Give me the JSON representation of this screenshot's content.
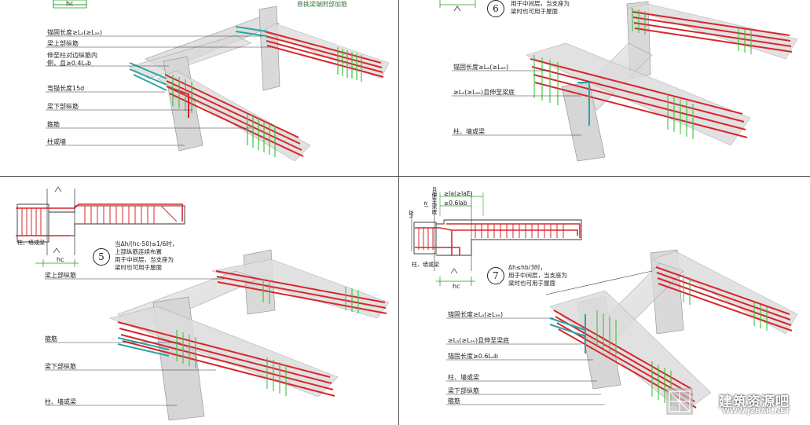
{
  "colors": {
    "rebar_main": "#d9262b",
    "rebar_stirrup": "#3cc23c",
    "rebar_anchor": "#2aa6a6",
    "concrete": "#c8c8c8",
    "line": "#333333"
  },
  "panel_tl": {
    "top_label": "hc",
    "top_note": "悬挑梁端附部加筋",
    "labels": {
      "anchor_length": "锚固长度≥Lₐ(≥Lₐₑ)",
      "beam_top_bar": "梁上部纵筋",
      "extend_note_1": "伸至柱对边纵筋内",
      "extend_note_2": "侧，且≥0.4Lₐb",
      "bend_anchor": "弯锚长度15d",
      "beam_bottom_bar": "梁下部纵筋",
      "stirrup": "箍筋",
      "column_wall": "柱或墙"
    }
  },
  "panel_tr": {
    "circle_number": "6",
    "note_1": "用于中间层，当支座为",
    "note_2": "梁时也可用于屋面",
    "labels": {
      "anchor_length": "锚固长度≥Lₐ(≥Lₐₑ)",
      "la_extend": "≥Lₐ(≥Lₐₑ)且伸至梁底",
      "column_wall_beam": "柱、墙或梁"
    }
  },
  "panel_bl": {
    "circle_number": "5",
    "hc": "hc",
    "col_label": "柱、墙或梁",
    "note_1": "当Δh/(hc-50)≤1/6时，",
    "note_2": "上部纵筋连续布置",
    "note_3": "用于中间层，当支座为",
    "note_4": "梁时也可用于屋面",
    "labels": {
      "beam_top_bar": "梁上部纵筋",
      "stirrup": "箍筋",
      "beam_bottom_bar": "梁下部纵筋",
      "column_wall_beam": "柱、墙或梁"
    }
  },
  "panel_br": {
    "circle_number": "7",
    "hc": "hc",
    "dh": "Δh",
    "col_label": "柱、墙或梁",
    "dim_1": "≥la(≥laE)",
    "dim_2": "≥0.6lab",
    "vert_1": "且伸至梁底",
    "vert_2": "≥l",
    "note_1": "Δh≤hb/3时，",
    "note_2": "用于中间层，当支座为",
    "note_3": "梁时也可用于屋面",
    "labels": {
      "anchor_length": "锚固长度≥Lₐ(≥Lₐₑ)",
      "la_extend": "≥Lₐ(≥Lₐₑ)且伸至梁底",
      "anchor_06": "锚固长度≥0.6Lₐb",
      "column_wall_beam": "柱、墙或梁",
      "beam_bottom_bar": "梁下部纵筋",
      "stirrup": "箍筋"
    }
  },
  "watermark": {
    "title": "建筑资源吧",
    "url": "WWW.JZBAR.NET"
  }
}
